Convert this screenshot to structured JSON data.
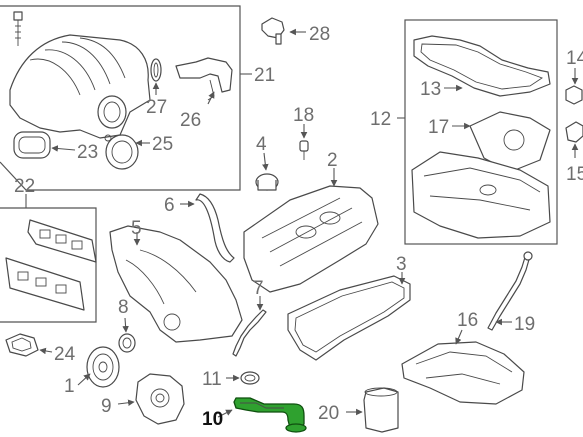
{
  "callouts": {
    "c1": "1",
    "c2": "2",
    "c3": "3",
    "c4": "4",
    "c5": "5",
    "c6": "6",
    "c7": "7",
    "c8": "8",
    "c9": "9",
    "c10": "10",
    "c11": "11",
    "c12": "12",
    "c13": "13",
    "c14": "14",
    "c15": "15",
    "c16": "16",
    "c17": "17",
    "c18": "18",
    "c19": "19",
    "c20": "20",
    "c21": "21",
    "c22": "22",
    "c23": "23",
    "c24": "24",
    "c25": "25",
    "c26": "26",
    "c27": "27",
    "c28": "28"
  },
  "highlighted_callout": "10",
  "colors": {
    "highlight_fill": "#2fa12f",
    "highlight_outline": "#0f4f0f",
    "line_art": "#4a4a4a",
    "callout_text": "#6e6e6e"
  }
}
